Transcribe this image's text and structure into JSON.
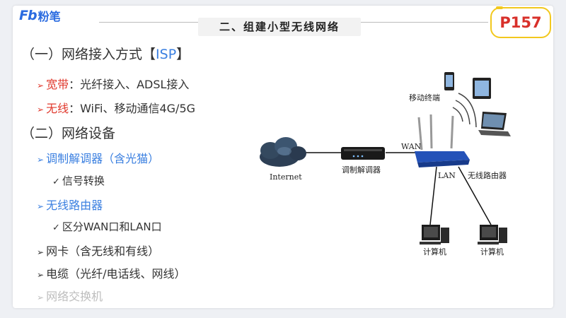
{
  "logo": {
    "mark": "Fb",
    "name": "粉笔"
  },
  "title": "二、组建小型无线网络",
  "page_badge": "P157",
  "items": [
    {
      "prefix": "（一）",
      "text": "网络接入方式【",
      "highlight": "ISP",
      "suffix": "】"
    },
    {
      "arrow": "➢",
      "label": "宽带",
      "text": "：光纤接入、ADSL接入"
    },
    {
      "arrow": "➢",
      "label": "无线",
      "text": "：WiFi、移动通信4G/5G"
    },
    {
      "prefix": "（二）",
      "text": "网络设备"
    },
    {
      "arrow": "➢",
      "text": "调制解调器（含光猫）"
    },
    {
      "check": "✓",
      "text": "信号转换"
    },
    {
      "arrow": "➢",
      "text": "无线路由器"
    },
    {
      "check": "✓",
      "text": "区分WAN口和LAN口"
    },
    {
      "arrow": "➢",
      "text": "网卡（含无线和有线）"
    },
    {
      "arrow": "➢",
      "text": "电缆（光纤/电话线、网线）"
    },
    {
      "arrow": "➢",
      "text": "网络交换机"
    }
  ],
  "diagram": {
    "internet": "Internet",
    "modem": "调制解调器",
    "wan": "WAN",
    "lan": "LAN",
    "router": "无线路由器",
    "mobile": "移动终端",
    "pc1": "计算机",
    "pc2": "计算机"
  },
  "colors": {
    "accent_blue": "#3a7fe0",
    "accent_red": "#e0382c",
    "badge_border": "#f2c81e",
    "badge_text": "#d8302a"
  }
}
